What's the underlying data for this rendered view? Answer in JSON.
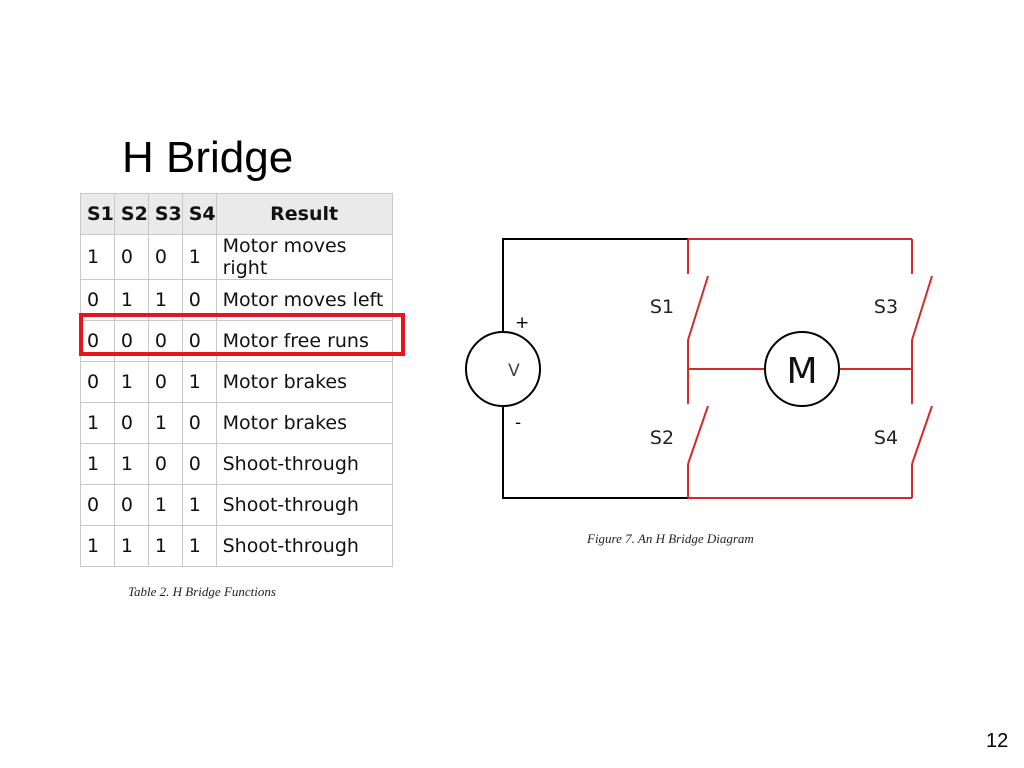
{
  "slide": {
    "title": "H Bridge",
    "page_number": "12"
  },
  "table": {
    "headers": [
      "S1",
      "S2",
      "S3",
      "S4",
      "Result"
    ],
    "rows": [
      [
        "1",
        "0",
        "0",
        "1",
        "Motor moves right"
      ],
      [
        "0",
        "1",
        "1",
        "0",
        "Motor moves left"
      ],
      [
        "0",
        "0",
        "0",
        "0",
        "Motor free runs"
      ],
      [
        "0",
        "1",
        "0",
        "1",
        "Motor brakes"
      ],
      [
        "1",
        "0",
        "1",
        "0",
        "Motor brakes"
      ],
      [
        "1",
        "1",
        "0",
        "0",
        "Shoot-through"
      ],
      [
        "0",
        "0",
        "1",
        "1",
        "Shoot-through"
      ],
      [
        "1",
        "1",
        "1",
        "1",
        "Shoot-through"
      ]
    ],
    "highlighted_row": 3,
    "caption": "Table 2. H Bridge Functions"
  },
  "diagram": {
    "labels": {
      "s1": "S1",
      "s2": "S2",
      "s3": "S3",
      "s4": "S4",
      "motor": "M",
      "source": "V",
      "plus": "+",
      "minus": "-"
    },
    "colors": {
      "wire_black": "#000000",
      "wire_red": "#d42a2a"
    },
    "caption": "Figure 7. An H Bridge Diagram"
  }
}
